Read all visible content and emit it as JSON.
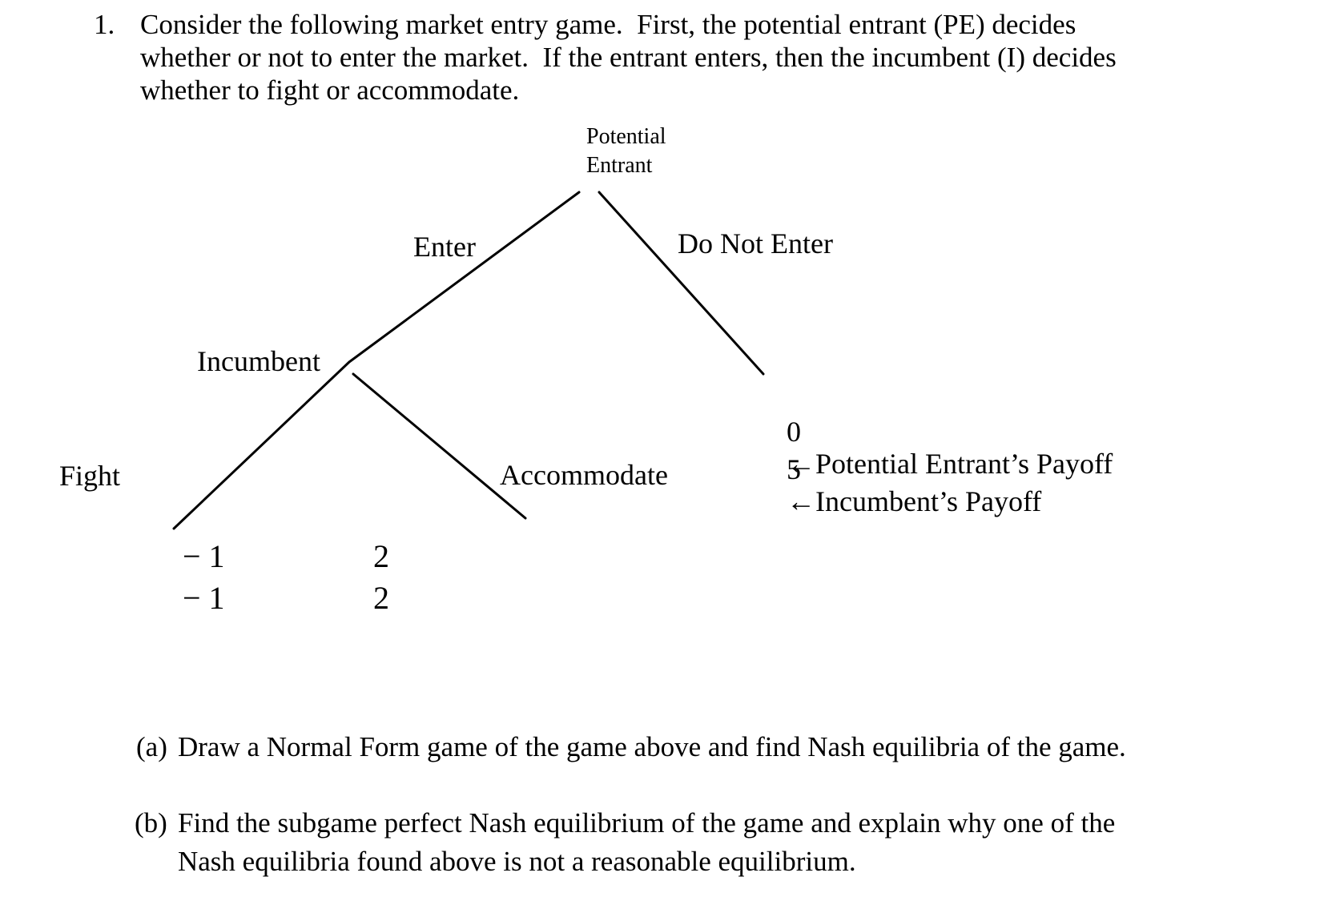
{
  "problem": {
    "number": "1.",
    "text": "Consider the following market entry game.  First, the potential entrant (PE) decides\nwhether or not to enter the market.  If the entrant enters, then the incumbent (I) decides\nwhether to fight or accommodate."
  },
  "tree": {
    "root_label": "Potential\nEntrant",
    "incumbent_label": "Incumbent",
    "branches": {
      "enter": "Enter",
      "do_not_enter": "Do Not Enter",
      "fight": "Fight",
      "accommodate": "Accommodate"
    },
    "payoffs": {
      "do_not_enter": {
        "entrant_value": "0",
        "entrant_note": "←Potential Entrant’s Payoff",
        "incumbent_value": "5",
        "incumbent_note": "←Incumbent’s Payoff"
      },
      "fight": {
        "entrant": "− 1",
        "incumbent": "− 1"
      },
      "accommodate": {
        "entrant": "2",
        "incumbent": "2"
      }
    }
  },
  "questions": [
    {
      "label": "(a)",
      "text": "Draw a Normal Form game of the game above and find Nash equilibria of the game."
    },
    {
      "label": "(b)",
      "text": "Find the subgame perfect Nash equilibrium of the game and explain why one of the\nNash equilibria found above is not a reasonable equilibrium."
    }
  ],
  "colors": {
    "background": "#ffffff",
    "text": "#000000",
    "tree_line": "#000000"
  }
}
